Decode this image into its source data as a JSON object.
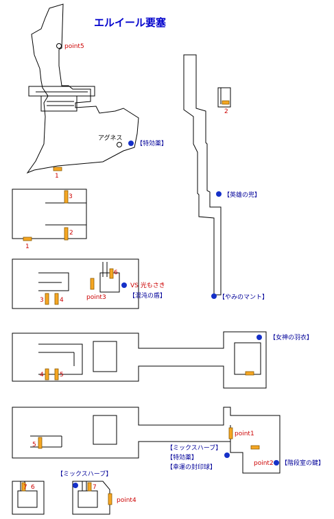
{
  "title": "エルイール要塞",
  "labels": {
    "point5": "point5",
    "point3": "point3",
    "point4": "point4",
    "point1": "point1",
    "point2": "point2",
    "agnes": "アグネス",
    "vs_mitsumo": "VS 光もさき",
    "item_tokkouyaku_1": "【特効薬】",
    "item_eiyuu_kabuto": "【英雄の兜】",
    "item_yami_mant": "【やみのマント】",
    "item_konton_tate": "【混沌の盾】",
    "item_megami_hagoromo": "【女神の羽衣】",
    "item_mix_herb_1": "【ミックスハーブ】",
    "item_tokkouyaku_2": "【特効薬】",
    "item_kouun_fuuinkyuu": "【幸運の封印球】",
    "item_kaidan_kagi": "【階段室の鍵】",
    "item_mix_herb_2": "【ミックスハーブ】",
    "n1a": "1",
    "n1b": "1",
    "n2a": "2",
    "n2b": "2",
    "n3a": "3",
    "n3b": "3",
    "n4a": "4",
    "n4b": "4",
    "n5a": "5",
    "n5b": "5",
    "n6a": "6",
    "n6b": "6",
    "n7a": "7",
    "n7b": "7"
  },
  "colors": {
    "wall": "#000000",
    "door": "#f5a623",
    "item_marker": "#1530c8",
    "title": "#0000cc",
    "number_labels": "#cc0000",
    "item_labels": "#000099"
  }
}
